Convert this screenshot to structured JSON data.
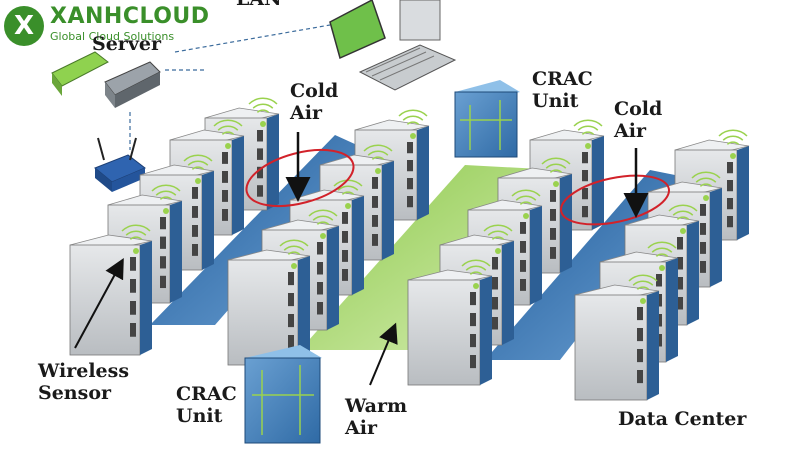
{
  "logo": {
    "mark": "X",
    "name": "XANHCLOUD",
    "tagline": "Global Cloud Solutions",
    "color": "#3a8f2a"
  },
  "labels": {
    "lan": "LAN",
    "server": "Server",
    "cold_air_left": [
      "Cold",
      "Air"
    ],
    "crac_top": [
      "CRAC",
      "Unit"
    ],
    "cold_air_right": [
      "Cold",
      "Air"
    ],
    "wireless_sensor": [
      "Wireless",
      "Sensor"
    ],
    "crac_bottom": [
      "CRAC",
      "Unit"
    ],
    "warm_air": [
      "Warm",
      "Air"
    ],
    "data_center": "Data Center"
  },
  "colors": {
    "cold_aisle": "#2f6fb0",
    "warm_aisle": "#a9d86a",
    "rack": "#d4d7da",
    "crac": "#4a86c0",
    "highlight": "#d2222a"
  }
}
